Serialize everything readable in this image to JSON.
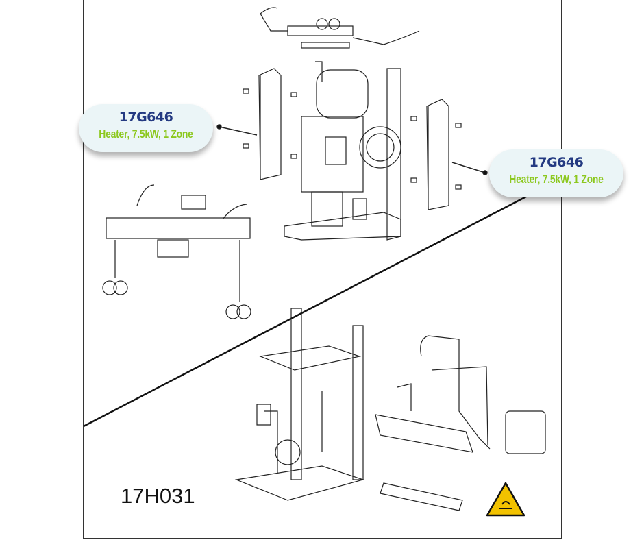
{
  "drawing_number": "17H031",
  "callouts": [
    {
      "part_number": "17G646",
      "description": "Heater, 7.5kW, 1 Zone"
    },
    {
      "part_number": "17G646",
      "description": "Heater, 7.5kW, 1 Zone"
    }
  ],
  "colors": {
    "part_number": "#243a82",
    "description": "#8cc81e",
    "callout_bg": "#ebf5f7",
    "warning": "#f2c200"
  }
}
